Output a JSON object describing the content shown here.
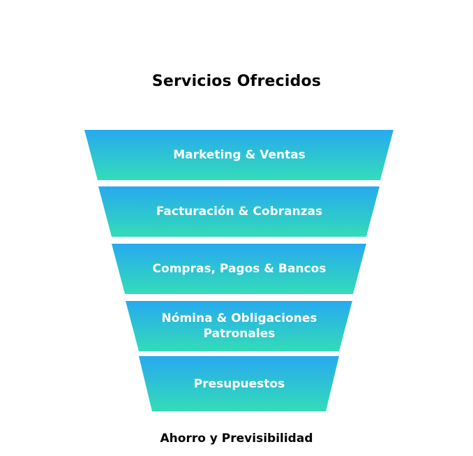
{
  "title": "Servicios Ofrecidos",
  "stages": [
    {
      "label": "Marketing & Ventas"
    },
    {
      "label": "Facturación & Cobranzas"
    },
    {
      "label": "Compras, Pagos & Bancos"
    },
    {
      "label": "Nómina & Obligaciones Patronales"
    },
    {
      "label": "Presupuestos"
    }
  ],
  "footer": "Ahorro y Previsibilidad",
  "colors": {
    "gradient_top": "#27a9ef",
    "gradient_bottom": "#33dcb8",
    "text": "#ffffff"
  }
}
